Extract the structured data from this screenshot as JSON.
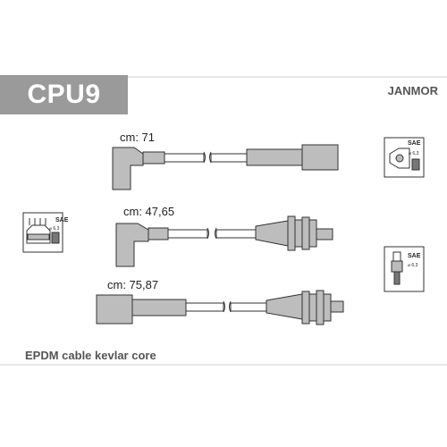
{
  "header": {
    "code": "CPU9",
    "brand": "JANMOR"
  },
  "cables": [
    {
      "length_label": "cm: 71"
    },
    {
      "length_label": "cm: 47,65"
    },
    {
      "length_label": "cm: 75,87"
    }
  ],
  "icons": [
    {
      "name": "distributor-cap-sae-icon",
      "badge": "SAE",
      "spec": "⌀ 6,3"
    },
    {
      "name": "ignition-coil-sae-icon",
      "badge": "SAE",
      "spec": "⌀ 6,3"
    },
    {
      "name": "spark-plug-sae-icon",
      "badge": "SAE",
      "spec": "⌀ 6,3"
    }
  ],
  "footer": {
    "note": "EPDM cable kevlar core"
  }
}
